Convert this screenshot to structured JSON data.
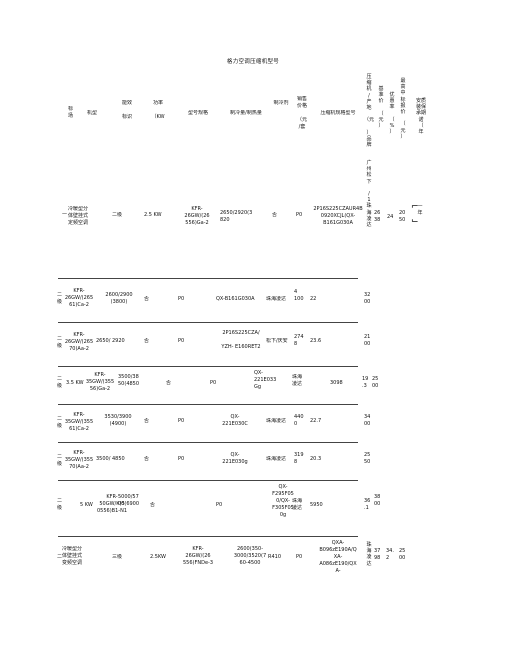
{
  "title": "格力空调压缩机型号",
  "header": {
    "col_category": "标\n场",
    "col_model_type": "机型",
    "col_energy": "能效\n\n标识",
    "col_power": "功率\n\n（KW",
    "col_model_spec": "型号规格",
    "col_cool_heat": "制冷量/制热量",
    "col_refrigerant": "制冷剂",
    "col_price": "销售\n价格\n\n（元\n/套",
    "col_compressor_model": "压缩机规格型号",
    "col_compressor_maker": "压\n缩\n机\n/\n产\n地\n\n（元\n\n）\n品\n牌",
    "col_base_price": "基\n准\n价\n\n（\n元\n）",
    "col_rebate": "优\n惠\n率\n\n（\n%\n）",
    "col_bid_price": "最\n高\n中\n标\n报\n价\n\n（\n元\n）",
    "col_warranty": "安质\n装保\n承期\n诺\n（\n年"
  },
  "rows": [
    {
      "category": "一",
      "model_type": "冷暖型分\n体壁挂式\n定频空调",
      "energy": "二级",
      "power": "2.5 KW",
      "model_spec": "KFR-\n26GW/(26\n556)Ga-2",
      "cool_heat": "2650/2920(3\n820",
      "refrigerant": "",
      "price": "",
      "flag": "否",
      "code": "P0",
      "compressor_model": "2P16S225CZAUR4B\n0920XCJL(QX-\nB161G030A",
      "maker": "广\n州\n松\n下\n\n/\n1\n珠\n海\n凌\n达",
      "maker_mid": "珠\n海\n凌\n达",
      "base_price": "26\n38",
      "rebate": "24",
      "bid_price": "20\n50",
      "warranty": "一\n年"
    },
    {
      "category": "二\n级",
      "model_type": "KFR-\n26GW/(265\n61)Ca-2",
      "energy": "2600/2900\n(3800)",
      "power": "否",
      "model_spec": "P0",
      "cool_heat": "QX-B161G030A",
      "refrigerant": "珠海凌达",
      "price": "\n4\n100",
      "compressor_model": "22",
      "base_price": "32\n00"
    },
    {
      "category": "二\n级",
      "model_type": "KFR-\n26GW/(265\n70)Aa-2",
      "energy": "2650/ 2920",
      "power": "否",
      "model_spec": "P0",
      "cool_heat": "2P16S225CZA/\n\nYZH- E160RET2",
      "refrigerant": "松下/庆安",
      "price": "274\n8",
      "compressor_model": "23.6",
      "base_price": "21\n00"
    },
    {
      "category": "二\n级",
      "model_type": "3.5 KW",
      "energy": "KFR-\n35GW/(355\n56)Ga-2",
      "power": "3500/38\n50(4850",
      "model_spec": "否",
      "cool_heat": "P0",
      "refrigerant": "QX-\n221E033\nGg",
      "price": "珠海\n凌达",
      "compressor_model": "3098",
      "base_price": "19\n.3",
      "rebate": "25\n00"
    },
    {
      "category": "二\n级",
      "model_type": "KFR-\n35GW/(355\n61)Ca-2",
      "energy": "3530/3900\n(4900)",
      "power": "否",
      "model_spec": "P0",
      "cool_heat": "QX-\n221E030C",
      "refrigerant": "珠海凌达",
      "price": "440\n0",
      "compressor_model": "22.7",
      "base_price": "34\n00"
    },
    {
      "category": "二\n级",
      "model_type": "KFR-\n35GW/(355\n70)Aa-2",
      "energy": "3500/ 4850",
      "power": "否",
      "model_spec": "P0",
      "cool_heat": "QX-\n221E030g",
      "refrigerant": "珠海凌达",
      "price": "319\n8",
      "compressor_model": "20.3",
      "base_price": "25\n50"
    },
    {
      "category": "二\n级",
      "model_type": "5 KW",
      "energy": "KFR-\n50GW/K(5\n0556)B1-N1",
      "power": "5000/57\n00(6900",
      "model_spec": "否",
      "cool_heat": "P0",
      "refrigerant": "QX-\nF295F05\n0/QX-\nF305F05\n0g",
      "price": "珠海\n凌达",
      "compressor_model": "5950",
      "base_price": "36\n.1",
      "rebate": "38\n00"
    },
    {
      "category": "二",
      "model_type": "冷暖型分\n体壁挂式\n变频空调",
      "energy": "三级",
      "power": "2.5KW",
      "model_spec": "KFR-\n26GW/(26\n556)FNDe-3",
      "cool_heat": "2600(350-\n3000/3520(7\n60-4500",
      "refrigerant": "R410",
      "price": "P0",
      "compressor_model": "QXA-\nB096zE190A/Q\nXA-\nA086zE190/QX\nA-",
      "maker": "珠\n海\n凌\n达",
      "base_price": "37\n98",
      "rebate": "34.\n2",
      "bid_price": "25\n00"
    }
  ]
}
